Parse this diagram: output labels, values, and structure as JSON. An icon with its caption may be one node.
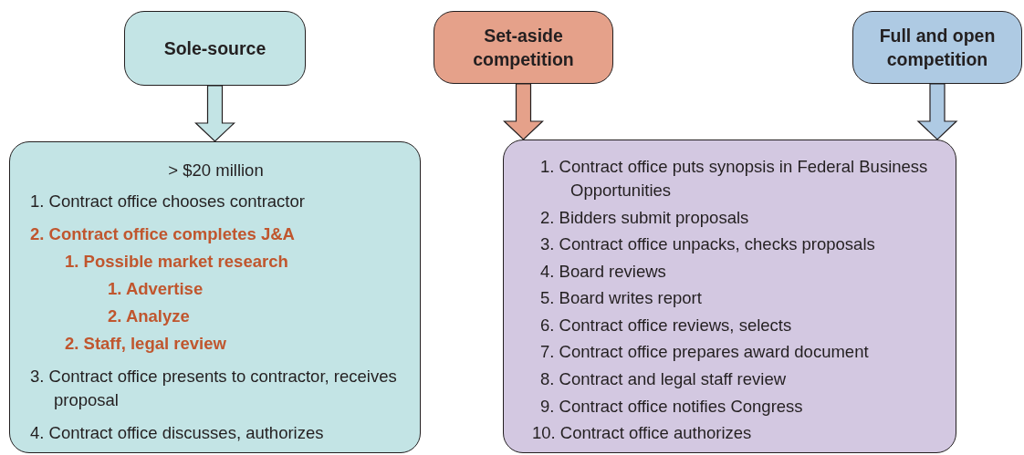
{
  "diagram": {
    "nodes": [
      {
        "text": [
          "Sole-source"
        ]
      },
      {
        "text": [
          "Set-aside competition"
        ]
      },
      {
        "text": [
          "Full and open competition"
        ]
      },
      {
        "text": [
          "> $20 million",
          "1. Contract office chooses contractor",
          "2. Contract office completes J&A",
          "1. Possible market research",
          "1. Advertise",
          "2. Analyze",
          "2. Staff, legal review",
          "3. Contract office presents to contractor, receives proposal",
          "4. Contract office discusses, authorizes"
        ]
      },
      {
        "text": [
          "1. Contract office puts synopsis in Federal Business Opportunities",
          "2. Bidders submit proposals",
          "3. Contract office unpacks, checks proposals",
          "4. Board reviews",
          "5. Board writes report",
          "6. Contract office reviews, selects",
          "7. Contract office prepares award document",
          "8. Contract and legal staff review",
          "9. Contract office notifies Congress",
          "10. Contract office authorizes"
        ]
      }
    ],
    "edges": [
      {
        "from": 0,
        "to": 3,
        "arrow": "to",
        "style": "thick",
        "color": "#c3e4e5"
      },
      {
        "from": 1,
        "to": 4,
        "arrow": "to",
        "style": "thick",
        "color": "#e5a18a"
      },
      {
        "from": 2,
        "to": 4,
        "arrow": "to",
        "style": "thick",
        "color": "#aecae3"
      }
    ]
  }
}
